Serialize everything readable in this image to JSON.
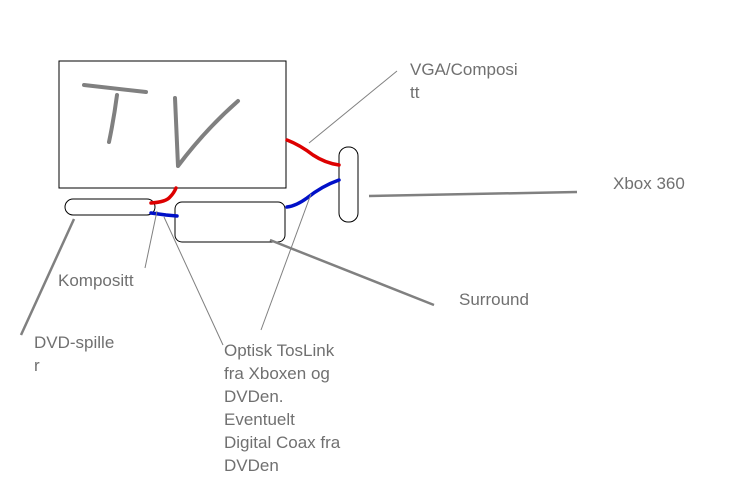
{
  "labels": {
    "tv": "TV",
    "vga": "VGA/Composi\ntt",
    "xbox": "Xbox 360",
    "komposit": "Kompositt",
    "surround": "Surround",
    "dvd": "DVD-spille\nr",
    "optisk": "Optisk TosLink\nfra Xboxen og\nDVDen.\nEventuelt\nDigital Coax fra\nDVDen"
  },
  "colors": {
    "background": "#ffffff",
    "outline": "#000000",
    "annotation": "#808080",
    "text": "#707070",
    "cable_video": "#dd0000",
    "cable_audio": "#0010c8"
  }
}
